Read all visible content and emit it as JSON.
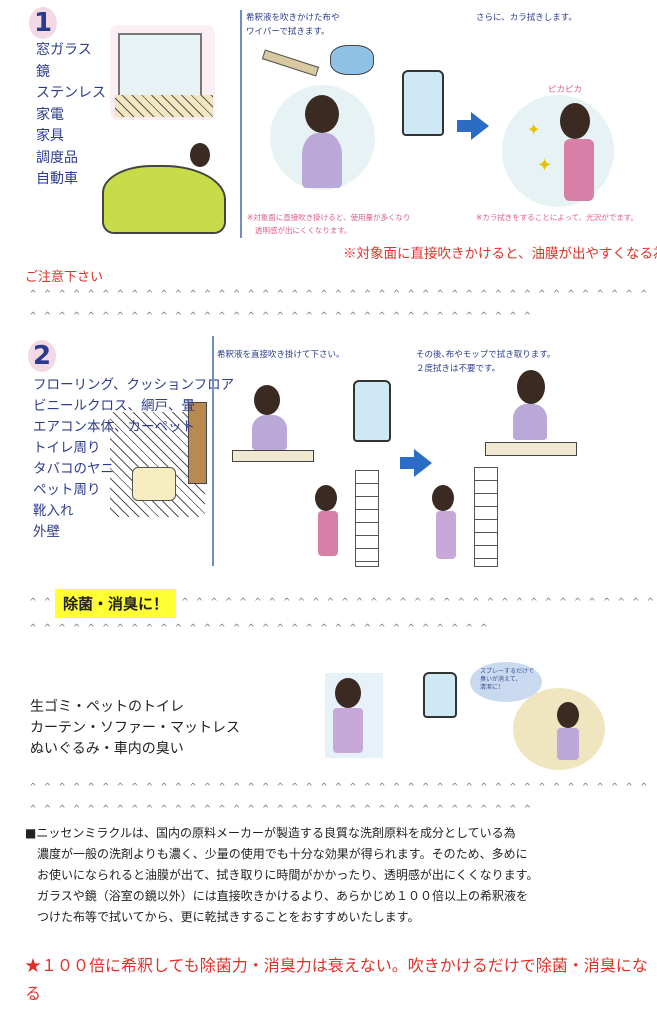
{
  "section1": {
    "number": "1",
    "items": [
      "窓ガラス",
      "鏡",
      "ステンレス",
      "家電",
      "家具",
      "調度品",
      "自動車"
    ],
    "step1_caption": [
      "希釈液を吹きかけた布や",
      "ワイパーで拭きます。"
    ],
    "step2_caption": "さらに、カラ拭きします。",
    "shine_label": "ピカピカ",
    "note1": [
      "※対象面に直接吹き掛けると、使用量が多くなり",
      "透明感が出にくくなります。"
    ],
    "note2": "※カラ拭きをすることによって、光沢がでます。",
    "warning": "※対象面に直接吹きかけると、油膜が出やすくなる為",
    "warning2": "ご注意下さい"
  },
  "caret_rows": {
    "full": "^ ^ ^ ^ ^ ^ ^ ^ ^ ^ ^ ^ ^ ^ ^ ^ ^ ^ ^ ^ ^ ^ ^ ^ ^ ^ ^ ^ ^ ^ ^ ^ ^ ^ ^ ^ ^ ^ ^ ^ ^ ^ ^",
    "short": "^ ^ ^ ^ ^ ^ ^ ^ ^ ^ ^ ^ ^ ^ ^ ^ ^ ^ ^ ^ ^ ^ ^ ^ ^ ^ ^ ^ ^ ^ ^ ^ ^ ^ ^",
    "lead": "^ ^",
    "after": "^ ^ ^ ^ ^ ^ ^ ^ ^ ^ ^ ^ ^ ^ ^ ^ ^ ^ ^ ^ ^ ^ ^ ^ ^ ^ ^ ^ ^ ^ ^ ^ ^ ^ ^ ^ ^ ^",
    "short2": "^ ^ ^ ^ ^ ^ ^ ^ ^ ^ ^ ^ ^ ^ ^ ^ ^ ^ ^ ^ ^ ^ ^ ^ ^ ^ ^ ^ ^ ^ ^ ^"
  },
  "section2": {
    "number": "2",
    "items": [
      "フローリング、クッションフロア",
      "ビニールクロス、網戸、畳",
      "エアコン本体、カーペット",
      "トイレ周り",
      "タバコのヤニ",
      "ペット周り",
      "靴入れ",
      "外壁"
    ],
    "step1_caption": "希釈液を直接吹き掛けて下さい。",
    "step2_caption": [
      "その後､布やモップで拭き取ります。",
      "２度拭きは不要です。"
    ]
  },
  "section3": {
    "label": "除菌・消臭に！",
    "items": [
      "生ゴミ・ペットのトイレ",
      "カーテン・ソファー・マットレス",
      "ぬいぐるみ・車内の臭い"
    ],
    "bubble": [
      "スプレーするだけで",
      "臭いが消えて、",
      "清潔に！"
    ]
  },
  "description": [
    "■ニッセンミラクルは、国内の原料メーカーが製造する良質な洗剤原料を成分としている為",
    "濃度が一般の洗剤よりも濃く、少量の使用でも十分な効果が得られます。そのため、多めに",
    "お使いになられると油膜が出て、拭き取りに時間がかかったり、透明感が出にくくなります。",
    "ガラスや鏡（浴室の鏡以外）には直接吹きかけるより、あらかじめ１００倍以上の希釈液を",
    "つけた布等で拭いてから、更に乾拭きすることをおすすめいたします。"
  ],
  "highlight": "★１００倍に希釈しても除菌力・消臭力は衰えない。吹きかけるだけで除菌・消臭になる",
  "colors": {
    "accent_red": "#e0302a",
    "navy": "#2d3c8f",
    "yellow": "#ffff33",
    "arrow": "#2b6cc4"
  }
}
